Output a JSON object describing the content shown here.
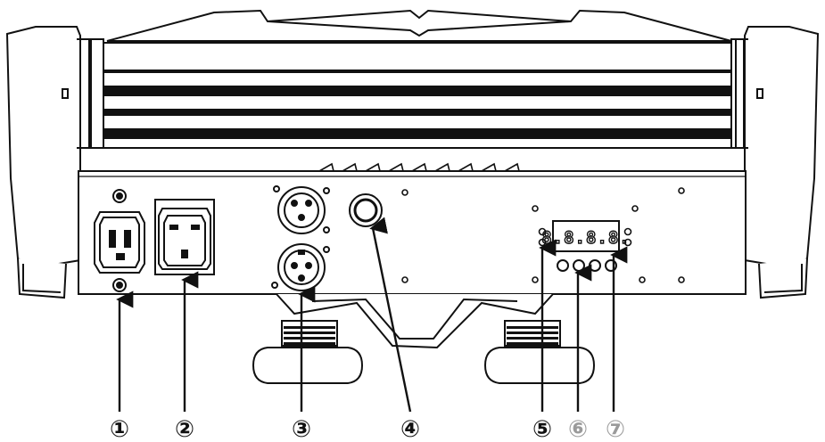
{
  "callouts": [
    {
      "id": "1",
      "label": "①"
    },
    {
      "id": "2",
      "label": "②"
    },
    {
      "id": "3",
      "label": "③"
    },
    {
      "id": "4",
      "label": "④"
    },
    {
      "id": "5",
      "label": "⑤"
    },
    {
      "id": "6",
      "label": "⑥"
    },
    {
      "id": "7",
      "label": "⑦"
    }
  ],
  "display": {
    "readout": "8.8.8.8."
  },
  "colors": {
    "line": "#111111",
    "fill": "#ffffff",
    "callout_light": "#9a9a9a",
    "panel": "#f4f4f4"
  }
}
